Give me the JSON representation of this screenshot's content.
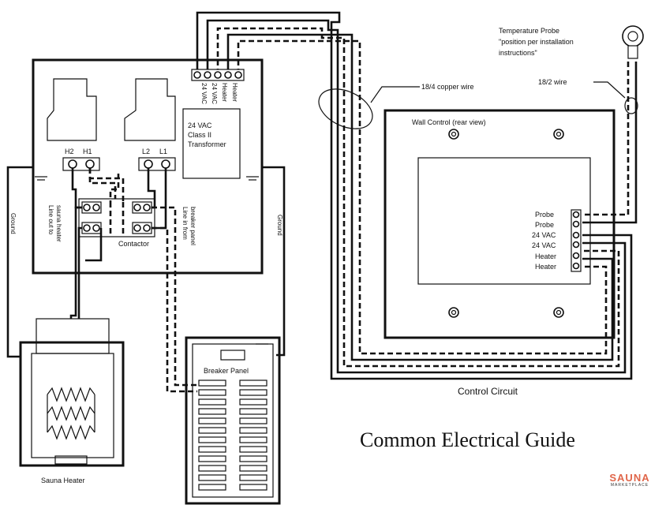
{
  "diagram": {
    "title": "Common Electrical Guide",
    "control_circuit_label": "Control Circuit",
    "wall_control_label": "Wall Control (rear view)",
    "wire_18_4": "18/4 copper wire",
    "wire_18_2": "18/2 wire",
    "probe_title": "Temperature Probe",
    "probe_note_1": "\"position per installation",
    "probe_note_2": "instructions\"",
    "transformer_1": "24 VAC",
    "transformer_2": "Class II",
    "transformer_3": "Transformer",
    "terminals_top": [
      "24 VAC",
      "24 VAC",
      "Heater",
      "Heater"
    ],
    "h2": "H2",
    "h1": "H1",
    "l2": "L2",
    "l1": "L1",
    "contactor": "Contactor",
    "line_out_1": "Line out to",
    "line_out_2": "sauna heater",
    "line_in_1": "Line in from",
    "line_in_2": "breaker panel",
    "ground": "Ground",
    "wall_terminals": [
      "Probe",
      "Probe",
      "24 VAC",
      "24 VAC",
      "Heater",
      "Heater"
    ],
    "breaker_panel": "Breaker Panel",
    "sauna_heater": "Sauna Heater"
  },
  "logo": {
    "main": "SAUNA",
    "sub": "MARKETPLACE",
    "color": "#e0664a"
  }
}
